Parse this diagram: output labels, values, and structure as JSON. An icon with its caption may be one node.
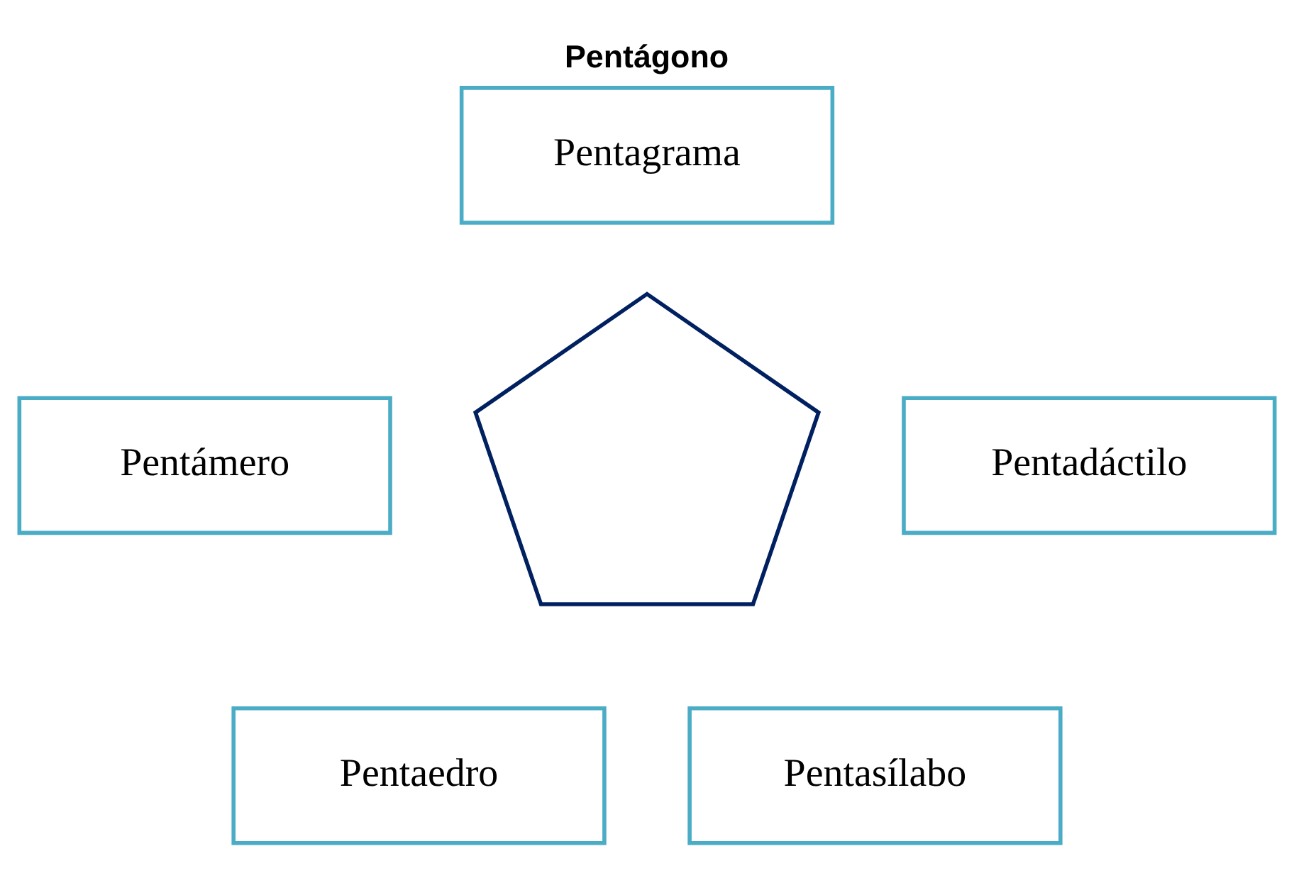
{
  "diagram": {
    "title": "Pentágono",
    "nodes": [
      {
        "text": [
          "Pentagrama"
        ]
      },
      {
        "text": [
          "Pentámero"
        ]
      },
      {
        "text": [],
        "shape": "pentagon"
      },
      {
        "text": [
          "Pentadáctilo"
        ]
      },
      {
        "text": [
          "Pentaedro"
        ]
      },
      {
        "text": [
          "Pentasílabo"
        ]
      }
    ]
  }
}
